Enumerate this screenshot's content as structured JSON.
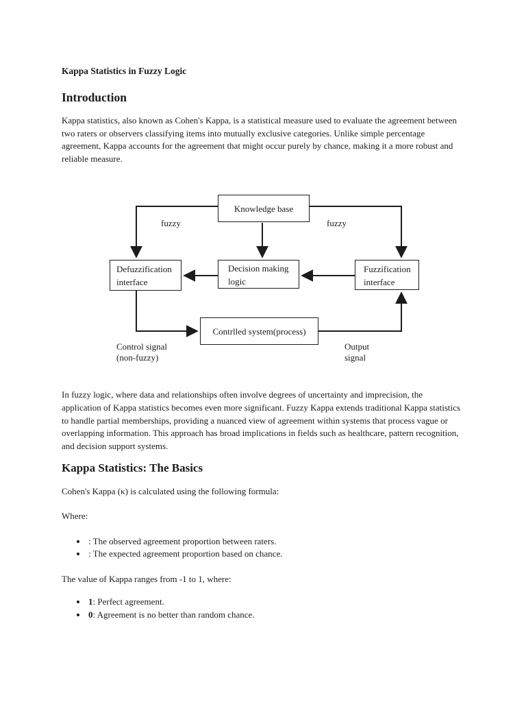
{
  "doc": {
    "title": "Kappa Statistics in Fuzzy Logic",
    "intro": {
      "heading": "Introduction",
      "paragraph": "Kappa statistics, also known as Cohen's Kappa, is a statistical measure used to evaluate the agreement between two raters or observers classifying items into mutually exclusive categories. Unlike simple percentage agreement, Kappa accounts for the agreement that might occur purely by chance, making it a more robust and reliable measure."
    },
    "after_diagram_paragraph": "In fuzzy logic, where data and relationships often involve degrees of uncertainty and imprecision, the application of Kappa statistics becomes even more significant. Fuzzy Kappa extends traditional Kappa statistics to handle partial memberships, providing a nuanced view of agreement within systems that process vague or overlapping information. This approach has broad implications in fields such as healthcare, pattern recognition, and decision support systems.",
    "basics": {
      "heading": "Kappa Statistics: The Basics",
      "formula_intro": "Cohen's Kappa (κ) is calculated using the following formula:",
      "where_label": "Where:",
      "where_items": [
        {
          "text": ": The observed agreement proportion between raters."
        },
        {
          "text": ": The expected agreement proportion based on chance."
        }
      ],
      "range_text": "The value of Kappa ranges from -1 to 1, where:",
      "range_items": [
        {
          "prefix": "1",
          "text": ": Perfect agreement."
        },
        {
          "prefix": "0",
          "text": ": Agreement is no better than random chance."
        }
      ]
    }
  },
  "diagram": {
    "knowledge_base_label": "Knowledge base",
    "defuzzification_line1": "Defuzzification",
    "defuzzification_line2": "interface",
    "decision_line1": "Decision making",
    "decision_line2": "logic",
    "fuzzification_line1": "Fuzzification",
    "fuzzification_line2": "interface",
    "controlled_system_label": "Contrlled system(process)",
    "fuzzy_left_label": "fuzzy",
    "fuzzy_right_label": "fuzzy",
    "control_signal_line1": "Control signal",
    "control_signal_line2": "(non-fuzzy)",
    "output_signal_line1": "Output",
    "output_signal_line2": "signal",
    "line_color": "#1c1c1c"
  }
}
